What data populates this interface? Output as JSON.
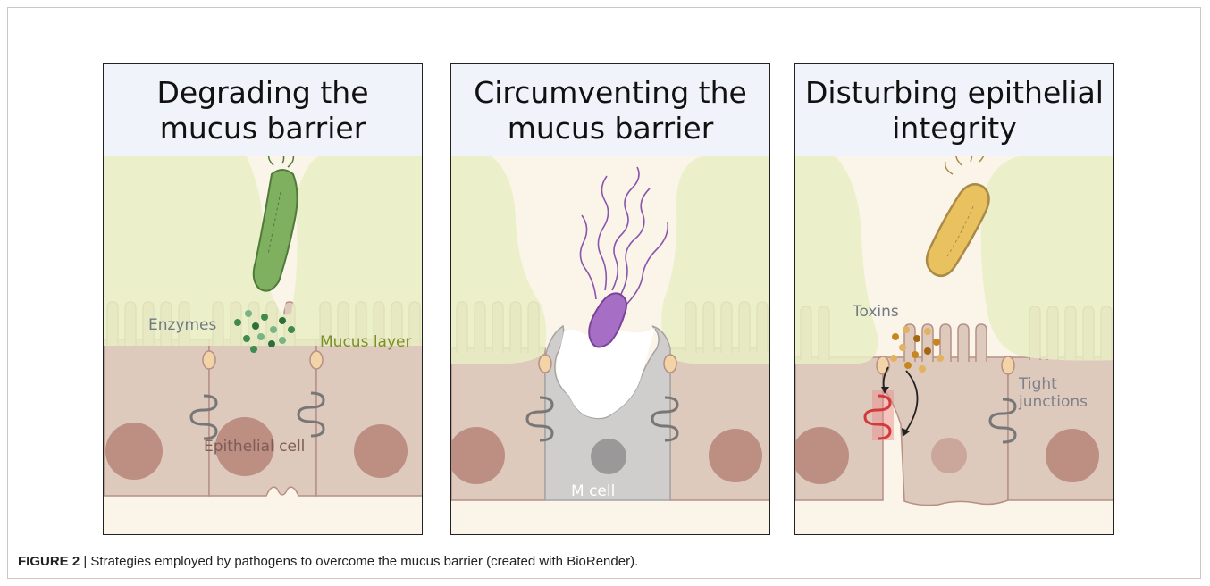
{
  "panels": [
    {
      "title": "Degrading the\nmucus barrier",
      "labels": {
        "enzymes": "Enzymes",
        "mucus": "Mucus layer",
        "epithelial": "Epithelial cell"
      }
    },
    {
      "title": "Circumventing the\nmucus barrier",
      "labels": {
        "mcell": "M cell"
      }
    },
    {
      "title": "Disturbing epithelial\nintegrity",
      "labels": {
        "toxins": "Toxins",
        "tight_line1": "Tight",
        "tight_line2": "junctions"
      }
    }
  ],
  "caption": {
    "number": "FIGURE 2",
    "separator": " | ",
    "text": "Strategies employed by pathogens to overcome the mucus barrier (created with BioRender)."
  },
  "colors": {
    "mucus": "#e9efc4",
    "cell": "#dec9bd",
    "cell_border": "#b68f85",
    "nucleus": "#bd8f83",
    "lumen": "#fbf4e8",
    "junction": "#d0b689",
    "mcell": "#d0cdcd",
    "bacterium_green": "#7fb05f",
    "bacterium_purple": "#a66fc5",
    "bacterium_yellow": "#e9c25f",
    "disrupted_junction": "#d43a3a"
  }
}
